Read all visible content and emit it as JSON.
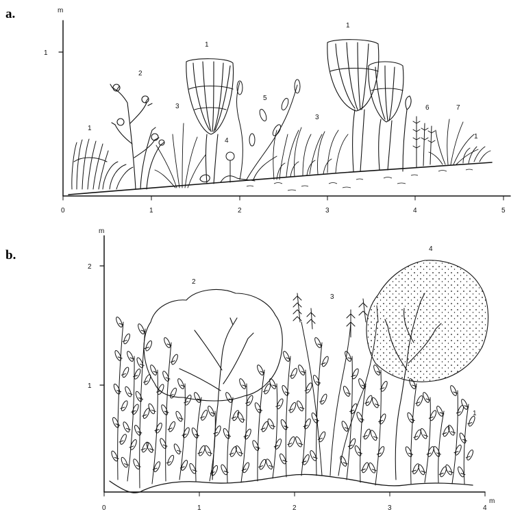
{
  "panels": [
    {
      "letter": "a.",
      "y_unit": "m",
      "x_ticks": [
        "0",
        "1",
        "2",
        "3",
        "4",
        "5"
      ],
      "y_ticks": [
        "1"
      ],
      "species_labels": [
        "1",
        "2",
        "3",
        "1",
        "4",
        "5",
        "3",
        "1",
        "6",
        "7",
        "1"
      ]
    },
    {
      "letter": "b.",
      "y_unit": "m",
      "x_unit": "m",
      "x_ticks": [
        "0",
        "1",
        "2",
        "3",
        "4"
      ],
      "y_ticks": [
        "2",
        "1"
      ],
      "species_labels": [
        "2",
        "3",
        "4",
        "1"
      ]
    }
  ]
}
